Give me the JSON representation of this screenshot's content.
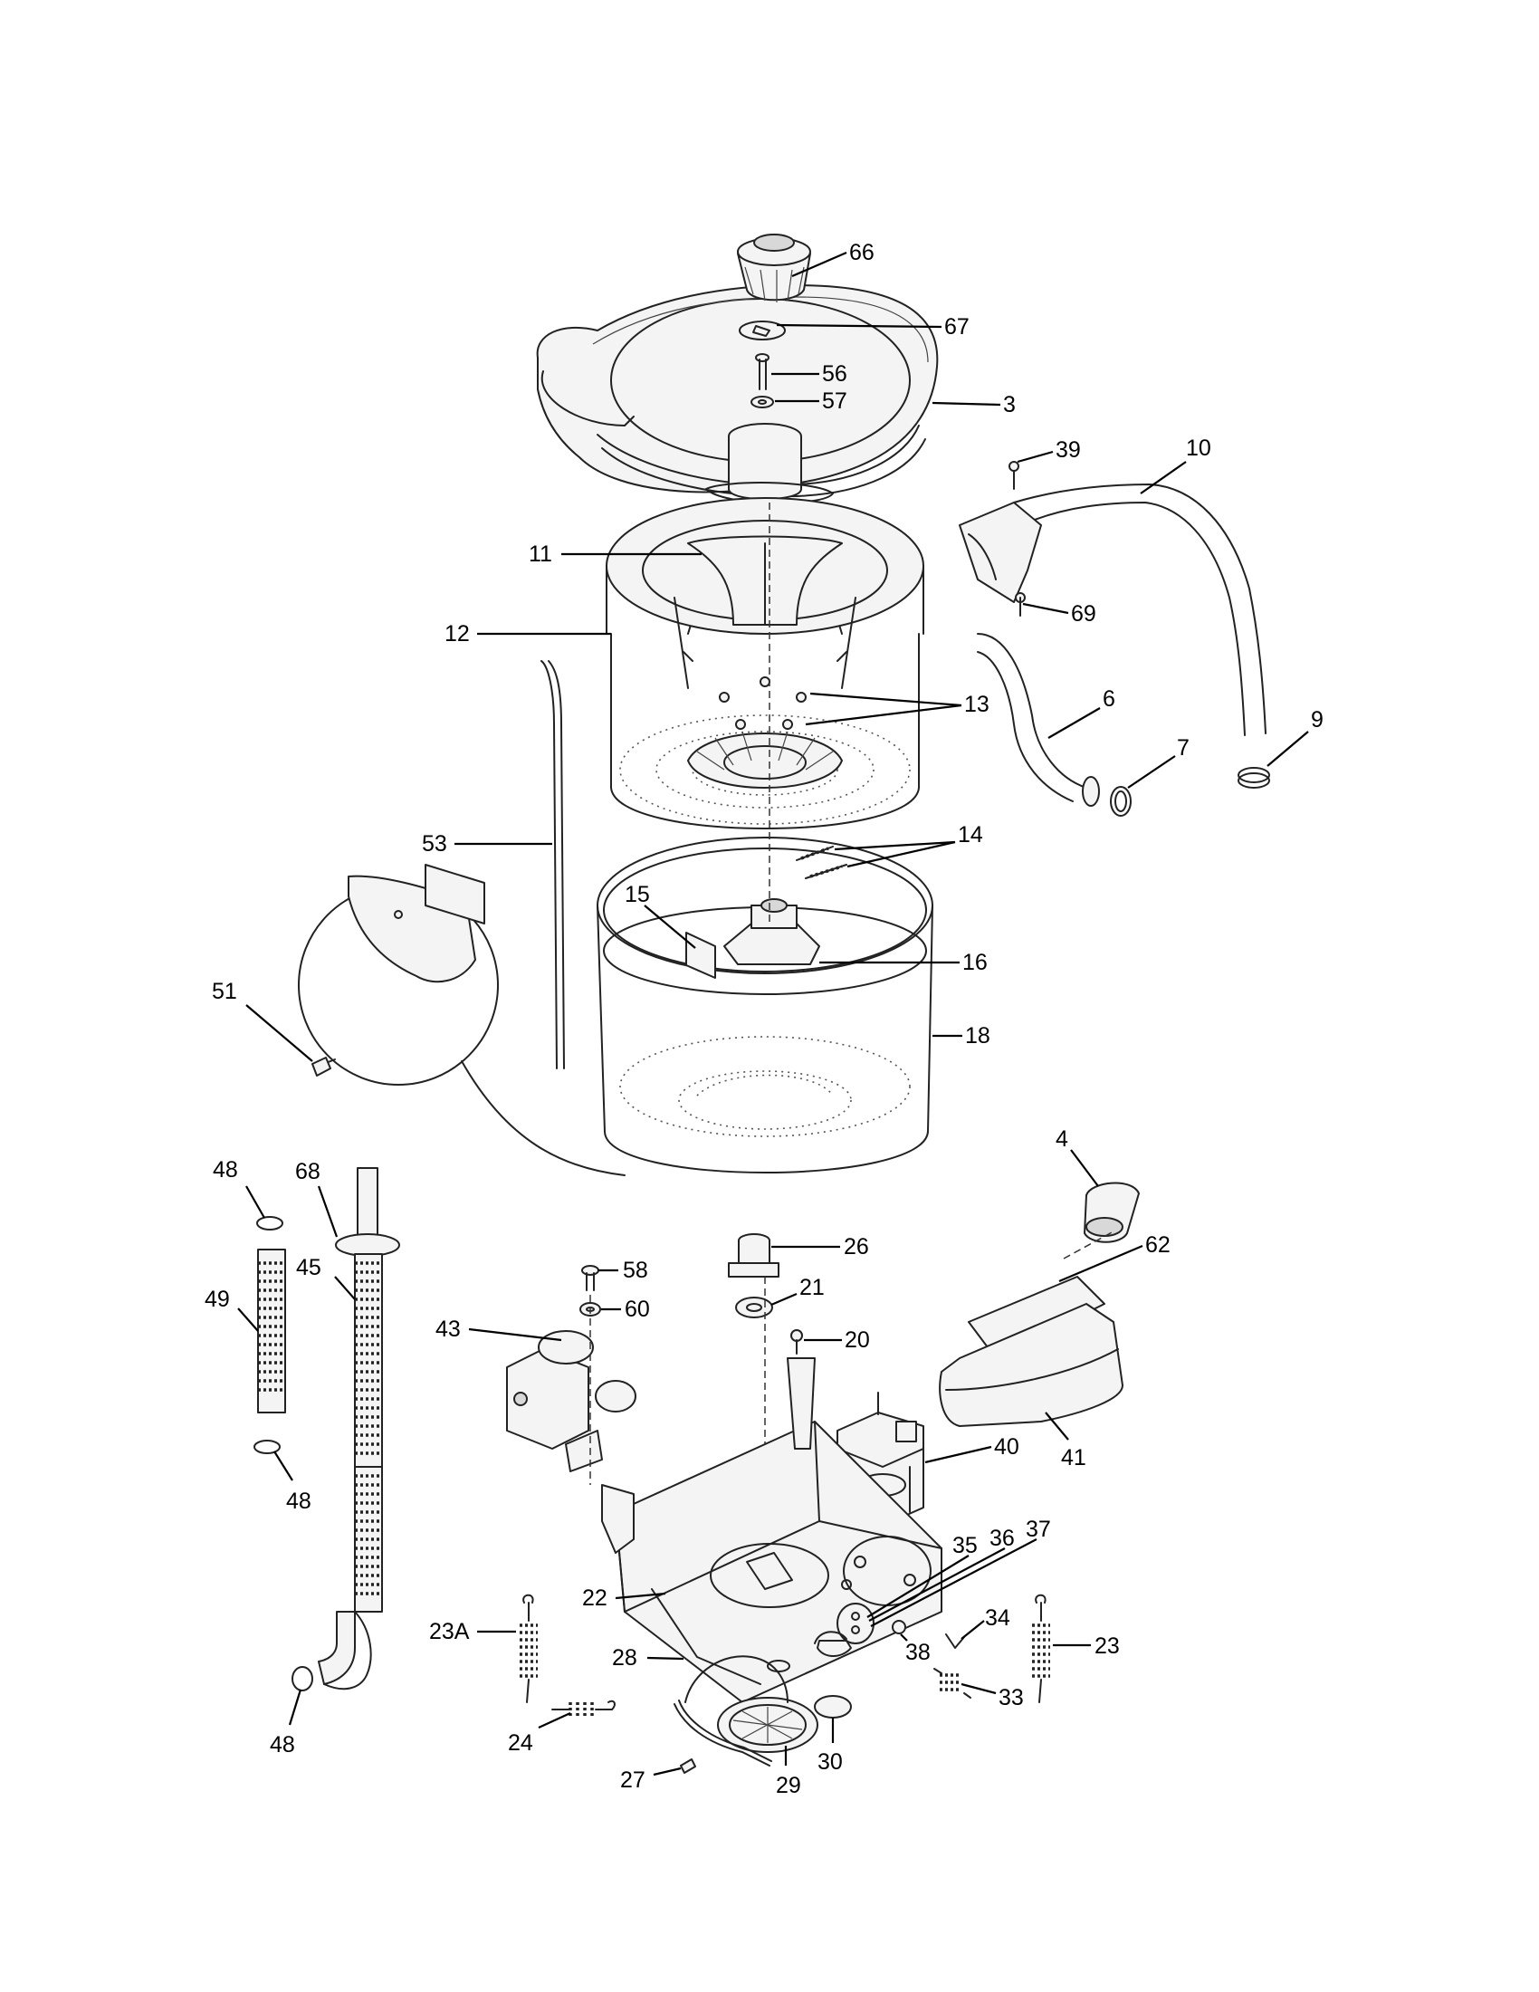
{
  "callouts": {
    "c3": "3",
    "c4": "4",
    "c6": "6",
    "c7": "7",
    "c9": "9",
    "c10": "10",
    "c11": "11",
    "c12": "12",
    "c13": "13",
    "c14": "14",
    "c15": "15",
    "c16": "16",
    "c18": "18",
    "c20": "20",
    "c21": "21",
    "c22": "22",
    "c23": "23",
    "c23a": "23A",
    "c24": "24",
    "c26": "26",
    "c27": "27",
    "c28": "28",
    "c29": "29",
    "c30": "30",
    "c33": "33",
    "c34": "34",
    "c35": "35",
    "c36": "36",
    "c37": "37",
    "c38": "38",
    "c39": "39",
    "c40": "40",
    "c41": "41",
    "c43": "43",
    "c45": "45",
    "c48a": "48",
    "c48b": "48",
    "c48c": "48",
    "c49": "49",
    "c51": "51",
    "c53": "53",
    "c56": "56",
    "c57": "57",
    "c58": "58",
    "c60": "60",
    "c62": "62",
    "c66": "66",
    "c67": "67",
    "c68": "68",
    "c69": "69"
  }
}
